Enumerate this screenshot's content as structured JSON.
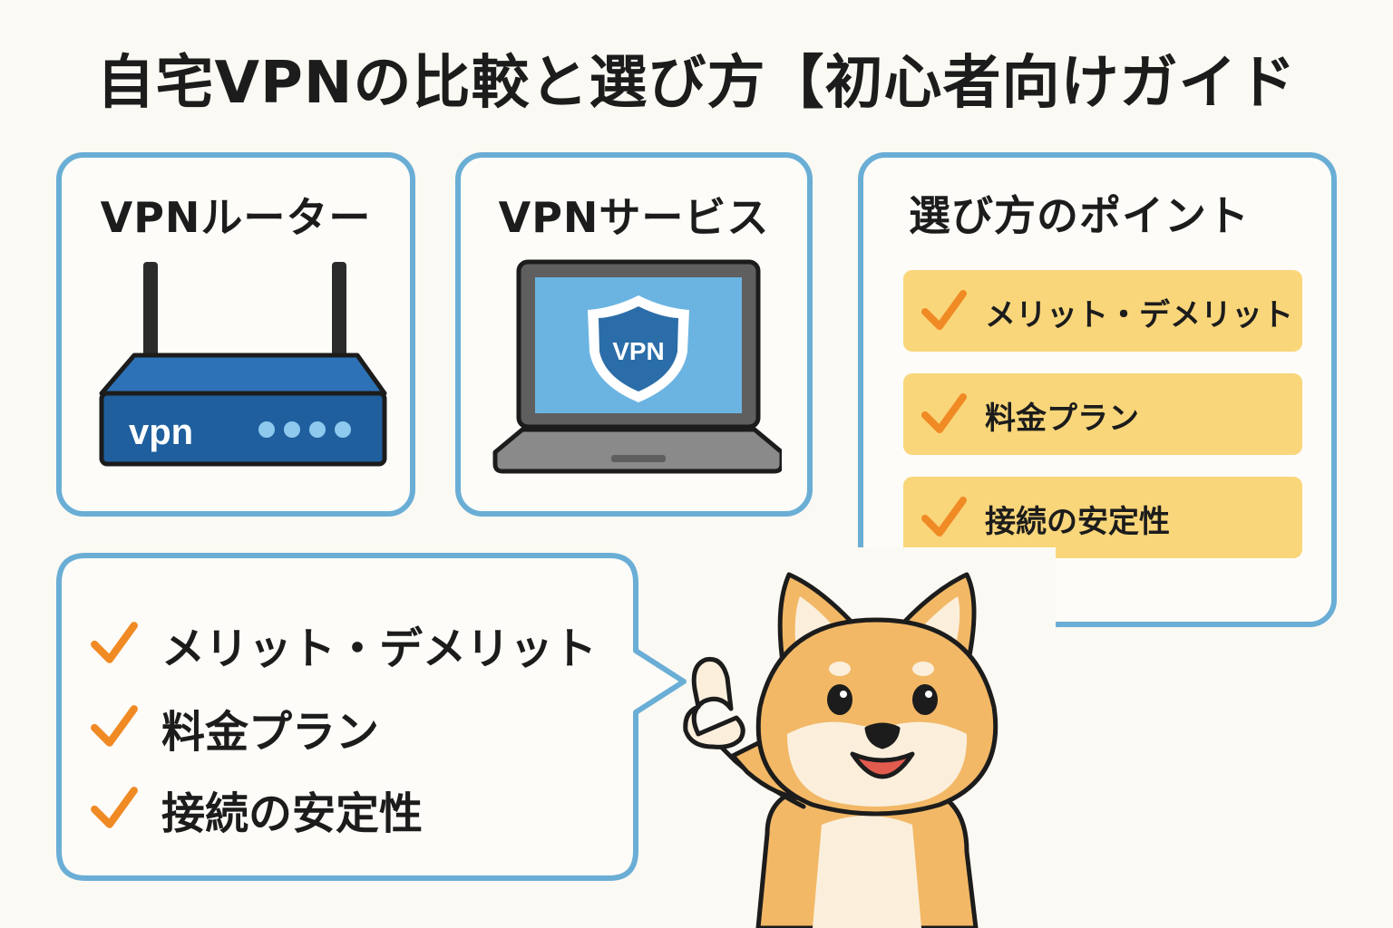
{
  "title": "自宅VPNの比較と選び方【初心者向けガイド",
  "cards": {
    "router": {
      "title": "VPNルーター",
      "device_text": "vpn"
    },
    "service": {
      "title": "VPNサービス",
      "shield_text": "VPN"
    },
    "points": {
      "title": "選び方のポイント",
      "items": [
        "メリット・デメリット",
        "料金プラン",
        "接続の安定性"
      ]
    }
  },
  "bubble": {
    "items": [
      "メリット・デメリット",
      "料金プラン",
      "接続の安定性"
    ]
  },
  "colors": {
    "border": "#6aaed6",
    "router": "#1f5f9e",
    "screen": "#6bb4e2",
    "check": "#f08a24",
    "point_bg": "#f9d67a",
    "shiba": "#f2b866"
  },
  "icons": [
    "router-icon",
    "laptop-icon",
    "shield-icon",
    "check-icon",
    "shiba-dog-mascot"
  ]
}
